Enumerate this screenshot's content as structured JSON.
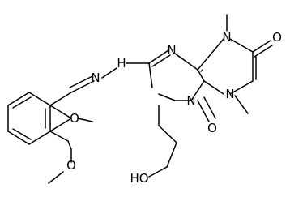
{
  "colors": {
    "bond": "#000000",
    "label": "#000000",
    "background": "#ffffff"
  },
  "atoms": [
    {
      "id": "a1",
      "element": "N",
      "label": "N",
      "ring": "purine-N7-subst"
    },
    {
      "id": "a2",
      "element": "N",
      "label": "N",
      "ring": "purine-imidazole"
    },
    {
      "id": "a3",
      "element": "N",
      "label": "N",
      "ring": "purine-N3"
    },
    {
      "id": "a4",
      "element": "N",
      "label": "N",
      "ring": "purine-N1"
    },
    {
      "id": "a5",
      "element": "O",
      "label": "O",
      "ring": "carbonyl-C2"
    },
    {
      "id": "a6",
      "element": "O",
      "label": "O",
      "ring": "carbonyl-C6"
    },
    {
      "id": "a7",
      "element": "N",
      "label": "N",
      "ring": "hydrazone-N"
    },
    {
      "id": "a8",
      "element": "NH",
      "label": "H",
      "ring": "hydrazone-NH"
    },
    {
      "id": "a9",
      "element": "O",
      "label": "O",
      "ring": "methoxy-1"
    },
    {
      "id": "a10",
      "element": "O",
      "label": "O",
      "ring": "methoxy-2"
    },
    {
      "id": "a11",
      "element": "OH",
      "label": "HO",
      "ring": "hydroxyethyl"
    }
  ]
}
